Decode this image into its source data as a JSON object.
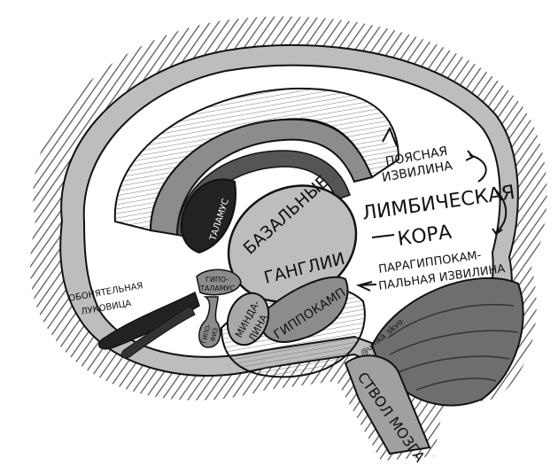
{
  "colors": {
    "outline": "#111111",
    "dark_gray": "#555555",
    "mid_gray": "#8c8c8c",
    "light_gray": "#bdbdbd",
    "pale_gray": "#e2e2e2",
    "white": "#ffffff"
  },
  "labels": {
    "cingulate_gyrus": [
      "ПОЯСНАЯ",
      "ИЗВИЛИНА"
    ],
    "limbic_cortex": [
      "ЛИМБИЧЕСКАЯ",
      "КОРА"
    ],
    "parahippocampal_gyrus": [
      "ПАРАГИППОКАМ-",
      "ПАЛЬНАЯ ИЗВИЛИНА"
    ],
    "basal_ganglia": [
      "БАЗАЛЬНЫЕ",
      "ГАНГЛИИ"
    ],
    "thalamus": "ТАЛАМУС",
    "hypothalamus": [
      "ГИПО-",
      "ТАЛАМУС"
    ],
    "pituitary": [
      "ГИПО-",
      "ФИЗ"
    ],
    "amygdala": [
      "МИНДА-",
      "ЛИНА"
    ],
    "hippocampus": "ГИППОКАМП",
    "olfactory_bulb": [
      "ОБОНЯТЕЛЬНАЯ",
      "ЛУКОВИЦА"
    ],
    "brainstem": "СТВОЛ МОЗГА",
    "signature": "@umka_skvo"
  }
}
